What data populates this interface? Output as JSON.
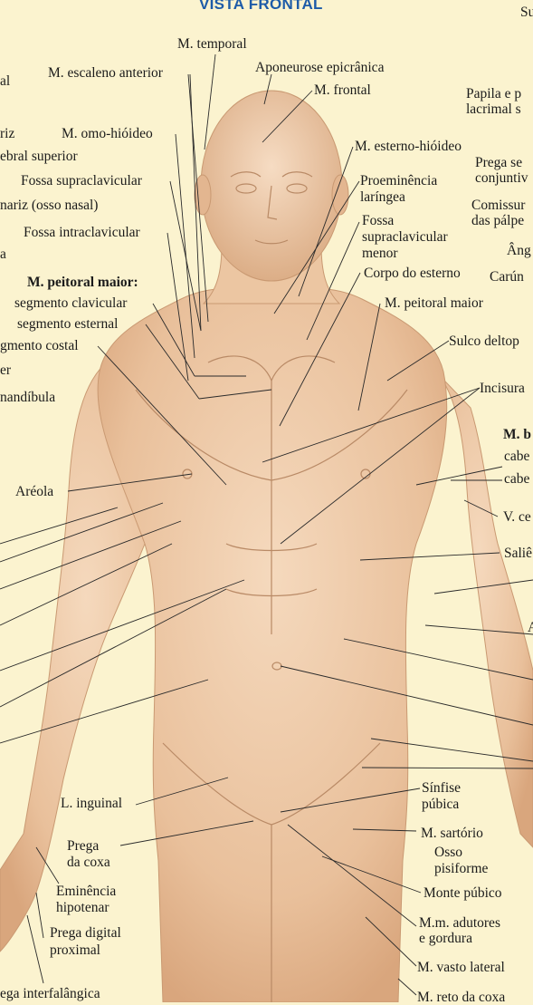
{
  "title": "VISTA FRONTAL",
  "labels": {
    "temporal": "M. temporal",
    "escaleno": "M. escaleno anterior",
    "aponeurose": "Aponeurose epicrânica",
    "frontal": "M. frontal",
    "papila_1": "Papila e p",
    "papila_2": "lacrimal s",
    "omo": "M. omo-hióideo",
    "esterno_hioideo": "M. esterno-hióideo",
    "prega_se_1": "Prega se",
    "prega_se_2": "conjuntiv",
    "fossa_supra": "Fossa supraclavicular",
    "proem_1": "Proeminência",
    "proem_2": "laríngea",
    "comissura_1": "Comissur",
    "comissura_2": "das pálpe",
    "fossa_intra": "Fossa intraclavicular",
    "fossa_menor_1": "Fossa",
    "fossa_menor_2": "supraclavicular",
    "fossa_menor_3": "menor",
    "angulo": "Âng",
    "corpo_esterno": "Corpo do esterno",
    "caruncula": "Carún",
    "peitoral_header": "M. peitoral maior:",
    "seg_clav": "segmento clavicular",
    "seg_est": "segmento esternal",
    "seg_costal": "gmento costal",
    "peitoral_maior": "M. peitoral maior",
    "sulco_delto": "Sulco deltop",
    "incisura": "Incisura",
    "m_b": "M. b",
    "cabe1": "cabe",
    "cabe2": "cabe",
    "areola": "Aréola",
    "v_ce": "V. ce",
    "salie": "Saliê",
    "a_cut": "A",
    "l_inguinal": "L. inguinal",
    "sinfise_1": "Sínfise",
    "sinfise_2": "púbica",
    "prega_coxa_1": "Prega",
    "prega_coxa_2": "da coxa",
    "sartorio": "M. sartório",
    "pisiforme_1": "Osso",
    "pisiforme_2": "pisiforme",
    "eminencia_1": "Eminência",
    "eminencia_2": "hipotenar",
    "monte": "Monte púbico",
    "prega_digital_1": "Prega digital",
    "prega_digital_2": "proximal",
    "adutores_1": "M.m. adutores",
    "adutores_2": "e gordura",
    "vasto": "M. vasto lateral",
    "interfal": "ega interfalângica",
    "reto_coxa": "M. reto da coxa",
    "left_1": "al",
    "left_2": "riz",
    "left_3": "ebral superior",
    "left_4": "nariz (osso nasal)",
    "left_5": "a",
    "left_6": "er",
    "left_7": "nandíbula",
    "su_cut": "Su"
  }
}
